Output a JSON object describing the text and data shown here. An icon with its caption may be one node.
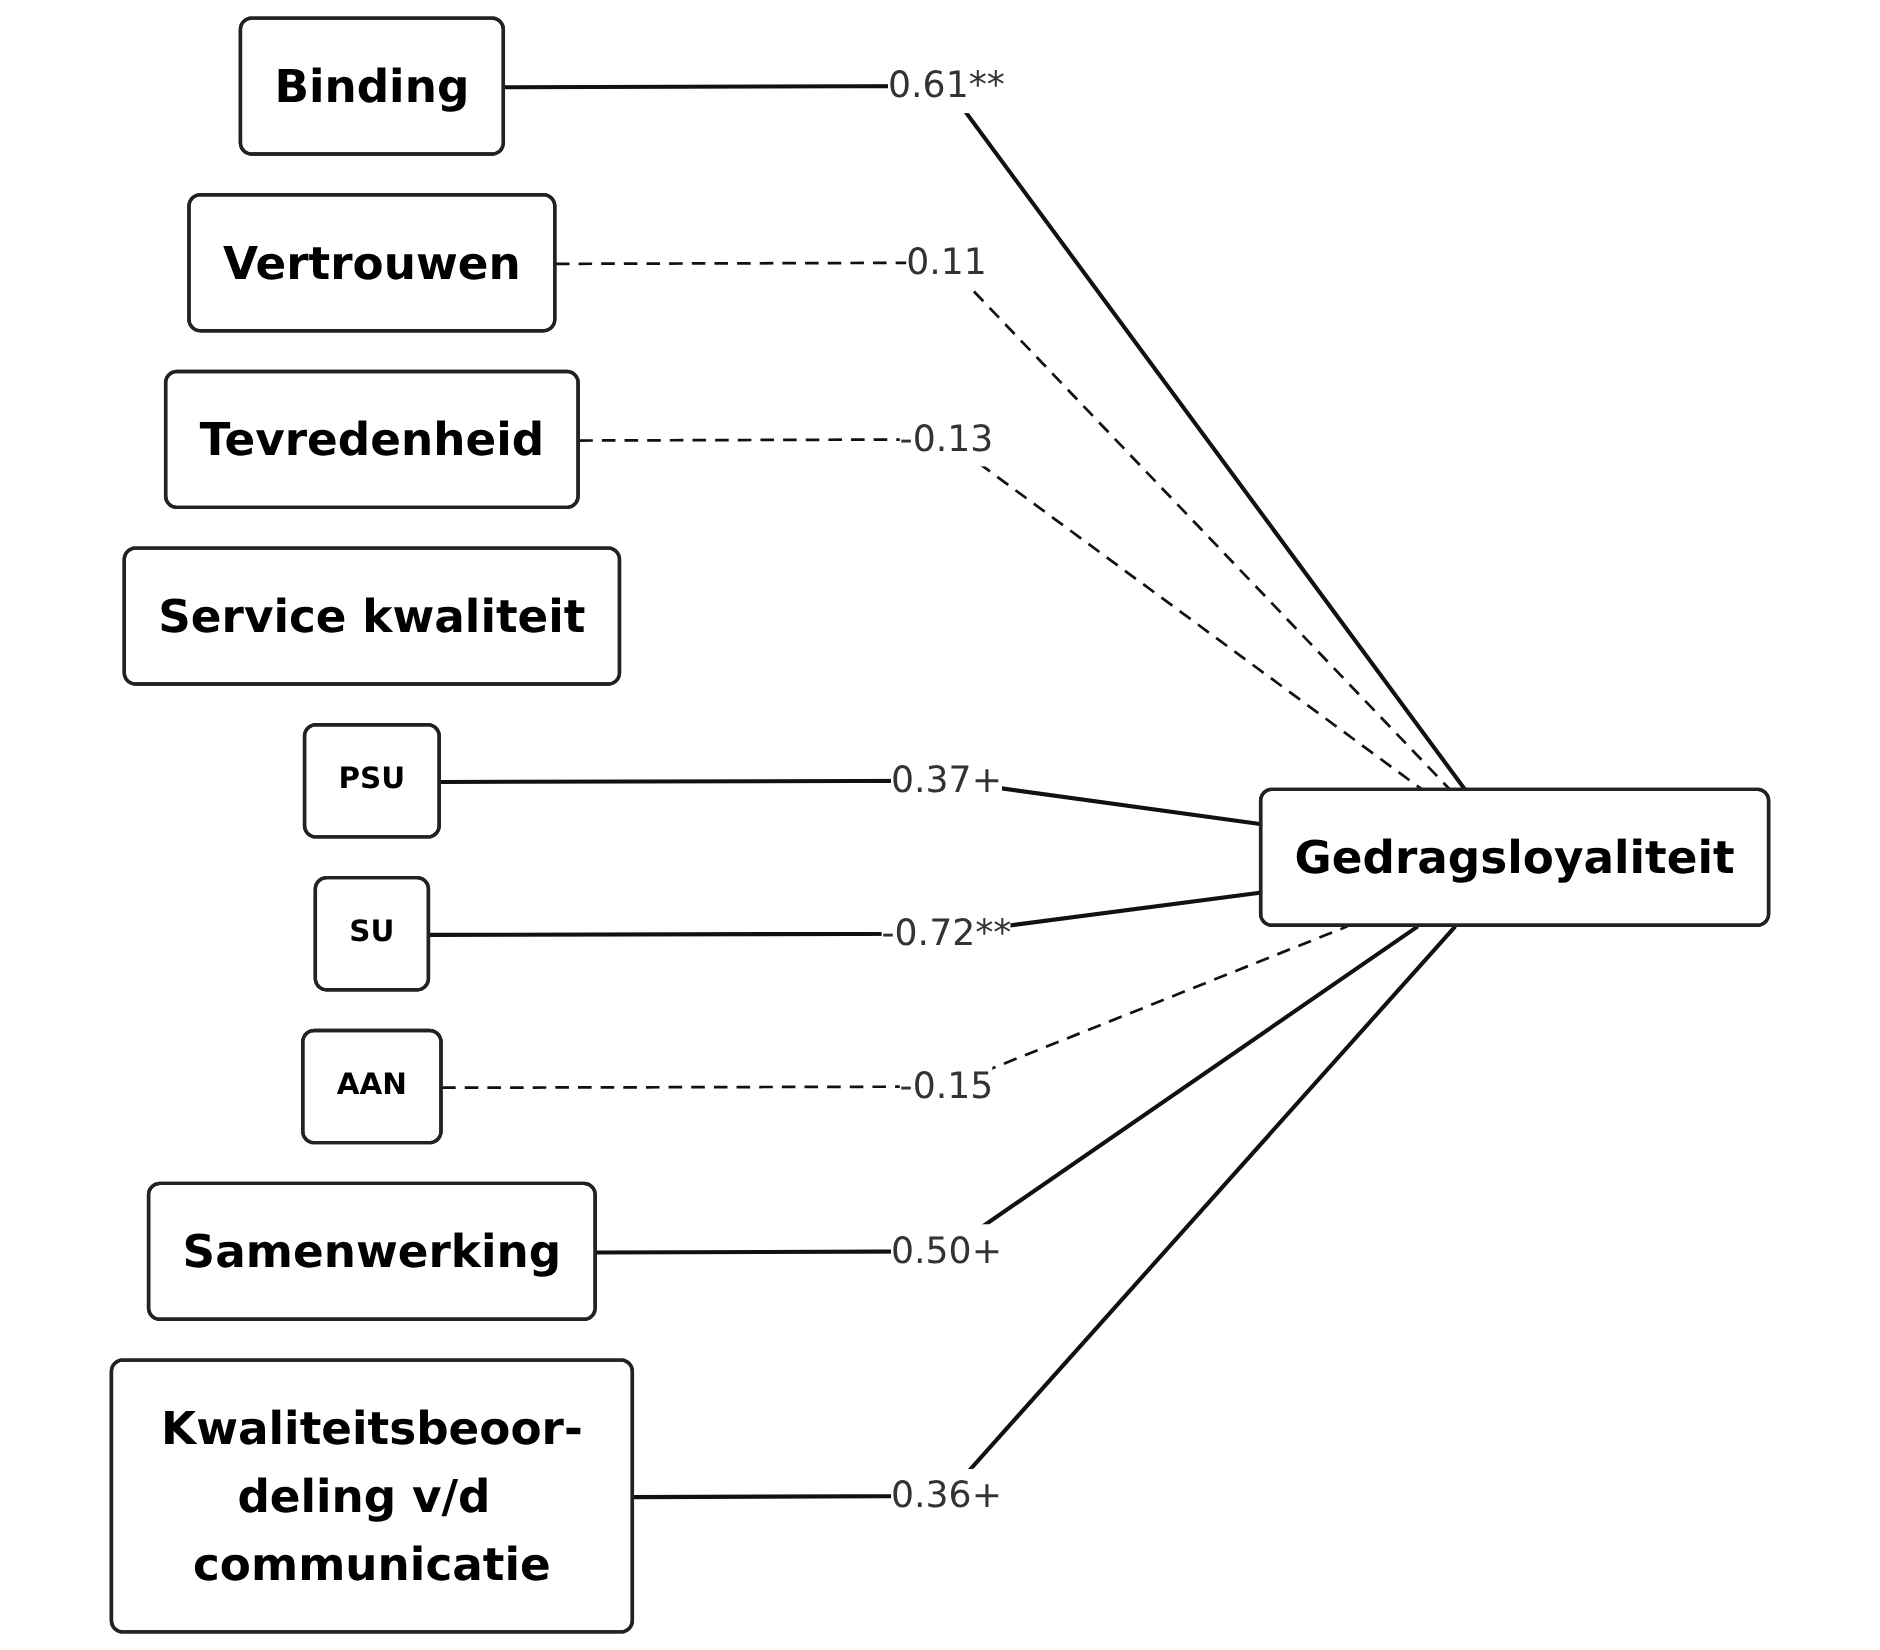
{
  "diagram": {
    "nodes": [
      {
        "text": [
          "Binding"
        ]
      },
      {
        "text": [
          "Vertrouwen"
        ]
      },
      {
        "text": [
          "Tevredenheid"
        ]
      },
      {
        "text": [
          "Service kwaliteit"
        ]
      },
      {
        "text": [
          "PSU"
        ]
      },
      {
        "text": [
          "SU"
        ]
      },
      {
        "text": [
          "AAN"
        ]
      },
      {
        "text": [
          "Samenwerking"
        ]
      },
      {
        "text": [
          "Kwaliteitsbeoor-deling v/d communicatie"
        ]
      },
      {
        "text": [
          "Gedragsloyaliteit"
        ]
      }
    ],
    "edges": [
      {
        "from": 0,
        "to": 9,
        "arrow": "none",
        "label": "0.61**"
      },
      {
        "from": 1,
        "to": 9,
        "arrow": "none",
        "label": "0.11",
        "style": "dashed"
      },
      {
        "from": 2,
        "to": 9,
        "arrow": "none",
        "label": "-0.13",
        "style": "dashed"
      },
      {
        "from": 4,
        "to": 9,
        "arrow": "none",
        "label": "0.37+"
      },
      {
        "from": 5,
        "to": 9,
        "arrow": "none",
        "label": "-0.72**"
      },
      {
        "from": 6,
        "to": 9,
        "arrow": "none",
        "label": "-0.15",
        "style": "dashed"
      },
      {
        "from": 7,
        "to": 9,
        "arrow": "none",
        "label": "0.50+"
      },
      {
        "from": 8,
        "to": 9,
        "arrow": "none",
        "label": "0.36+"
      }
    ]
  }
}
